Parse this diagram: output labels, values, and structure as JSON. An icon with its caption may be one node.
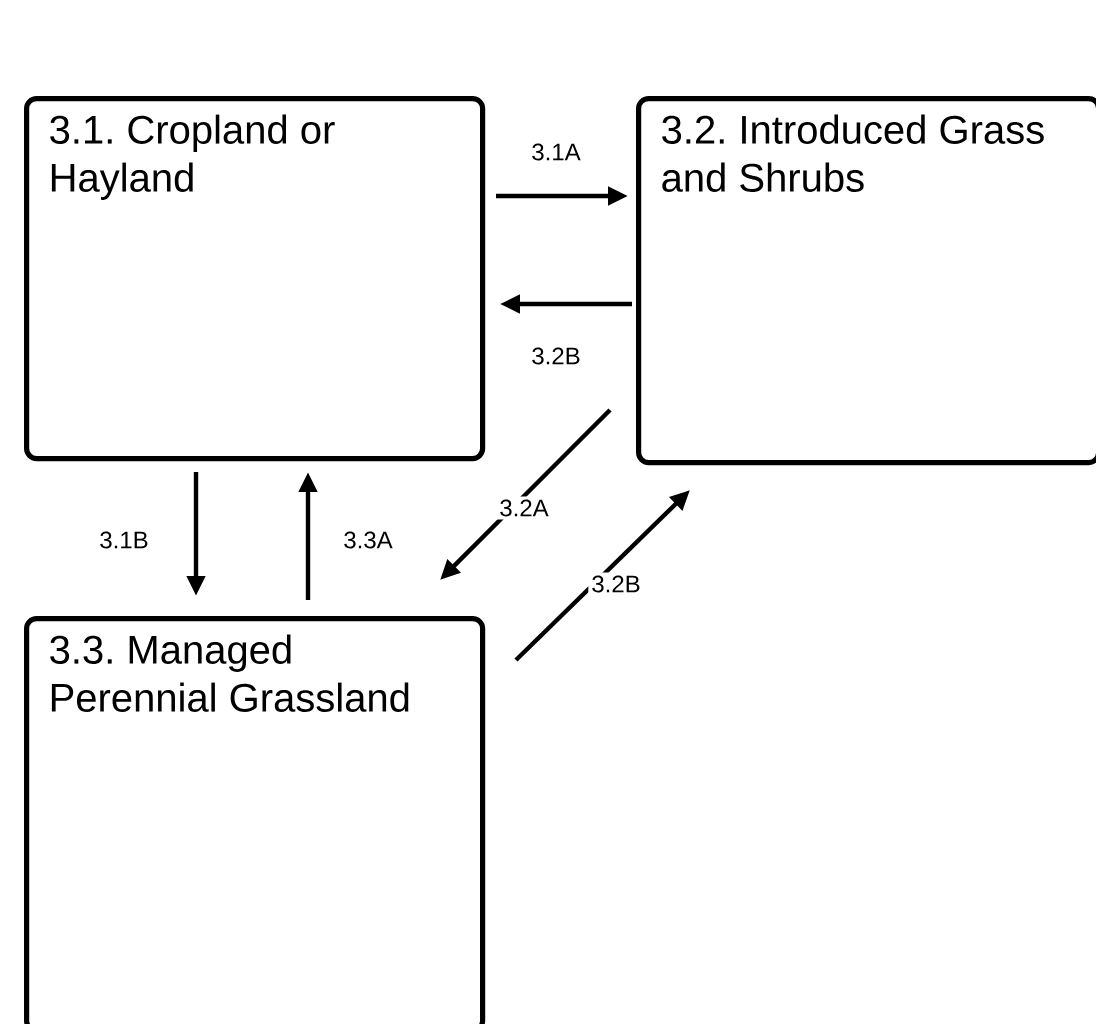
{
  "diagram": {
    "nodes": [
      {
        "text": [
          "3.1. Cropland or Hayland"
        ]
      },
      {
        "text": [
          "3.2. Introduced Grass and Shrubs"
        ]
      },
      {
        "text": [
          "3.3. Managed Perennial Grassland"
        ]
      }
    ],
    "edges": [
      {
        "from": 0,
        "to": 1,
        "arrow": "to",
        "label": "3.1A"
      },
      {
        "from": 1,
        "to": 0,
        "arrow": "to",
        "label": "3.2B"
      },
      {
        "from": 1,
        "to": 2,
        "arrow": "to",
        "label": "3.2A"
      },
      {
        "from": 2,
        "to": 1,
        "arrow": "to",
        "label": "3.2B"
      },
      {
        "from": 0,
        "to": 2,
        "arrow": "to",
        "label": "3.1B"
      },
      {
        "from": 2,
        "to": 0,
        "arrow": "to",
        "label": "3.3A"
      }
    ]
  }
}
